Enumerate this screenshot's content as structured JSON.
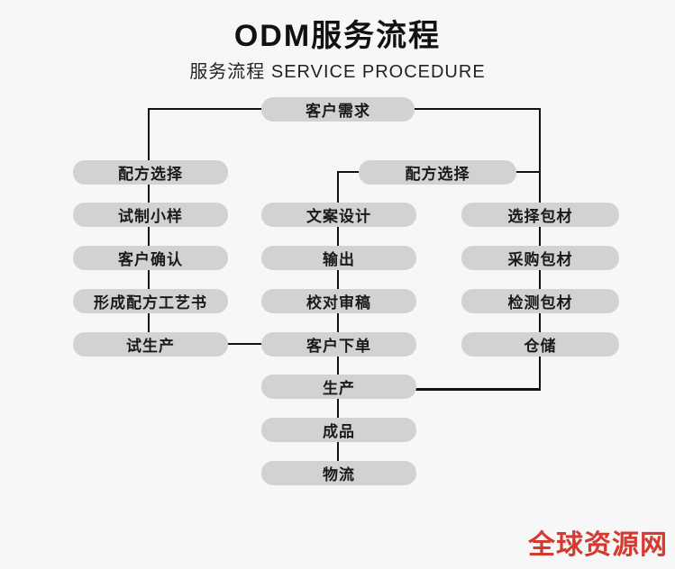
{
  "header": {
    "title": "ODM服务流程",
    "subtitle": "服务流程 SERVICE PROCEDURE"
  },
  "flow": {
    "nodes": [
      {
        "id": "customer-demand",
        "label": "客户需求"
      },
      {
        "id": "formula-select-left",
        "label": "配方选择"
      },
      {
        "id": "trial-sample",
        "label": "试制小样"
      },
      {
        "id": "customer-confirm",
        "label": "客户确认"
      },
      {
        "id": "formula-process-doc",
        "label": "形成配方工艺书"
      },
      {
        "id": "trial-production",
        "label": "试生产"
      },
      {
        "id": "formula-select-mid",
        "label": "配方选择"
      },
      {
        "id": "copy-design",
        "label": "文案设计"
      },
      {
        "id": "output",
        "label": "输出"
      },
      {
        "id": "proofreading",
        "label": "校对审稿"
      },
      {
        "id": "customer-order",
        "label": "客户下单"
      },
      {
        "id": "production",
        "label": "生产"
      },
      {
        "id": "finished-product",
        "label": "成品"
      },
      {
        "id": "logistics",
        "label": "物流"
      },
      {
        "id": "select-packaging",
        "label": "选择包材"
      },
      {
        "id": "purchase-packaging",
        "label": "采购包材"
      },
      {
        "id": "test-packaging",
        "label": "检测包材"
      },
      {
        "id": "warehousing",
        "label": "仓储"
      }
    ]
  },
  "watermark": {
    "text": "全球资源网"
  },
  "colors": {
    "background": "#f7f7f7",
    "node_fill": "#d2d2d2",
    "node_text": "#1a1a1a",
    "connector": "#111111",
    "watermark": "#d53a31"
  }
}
